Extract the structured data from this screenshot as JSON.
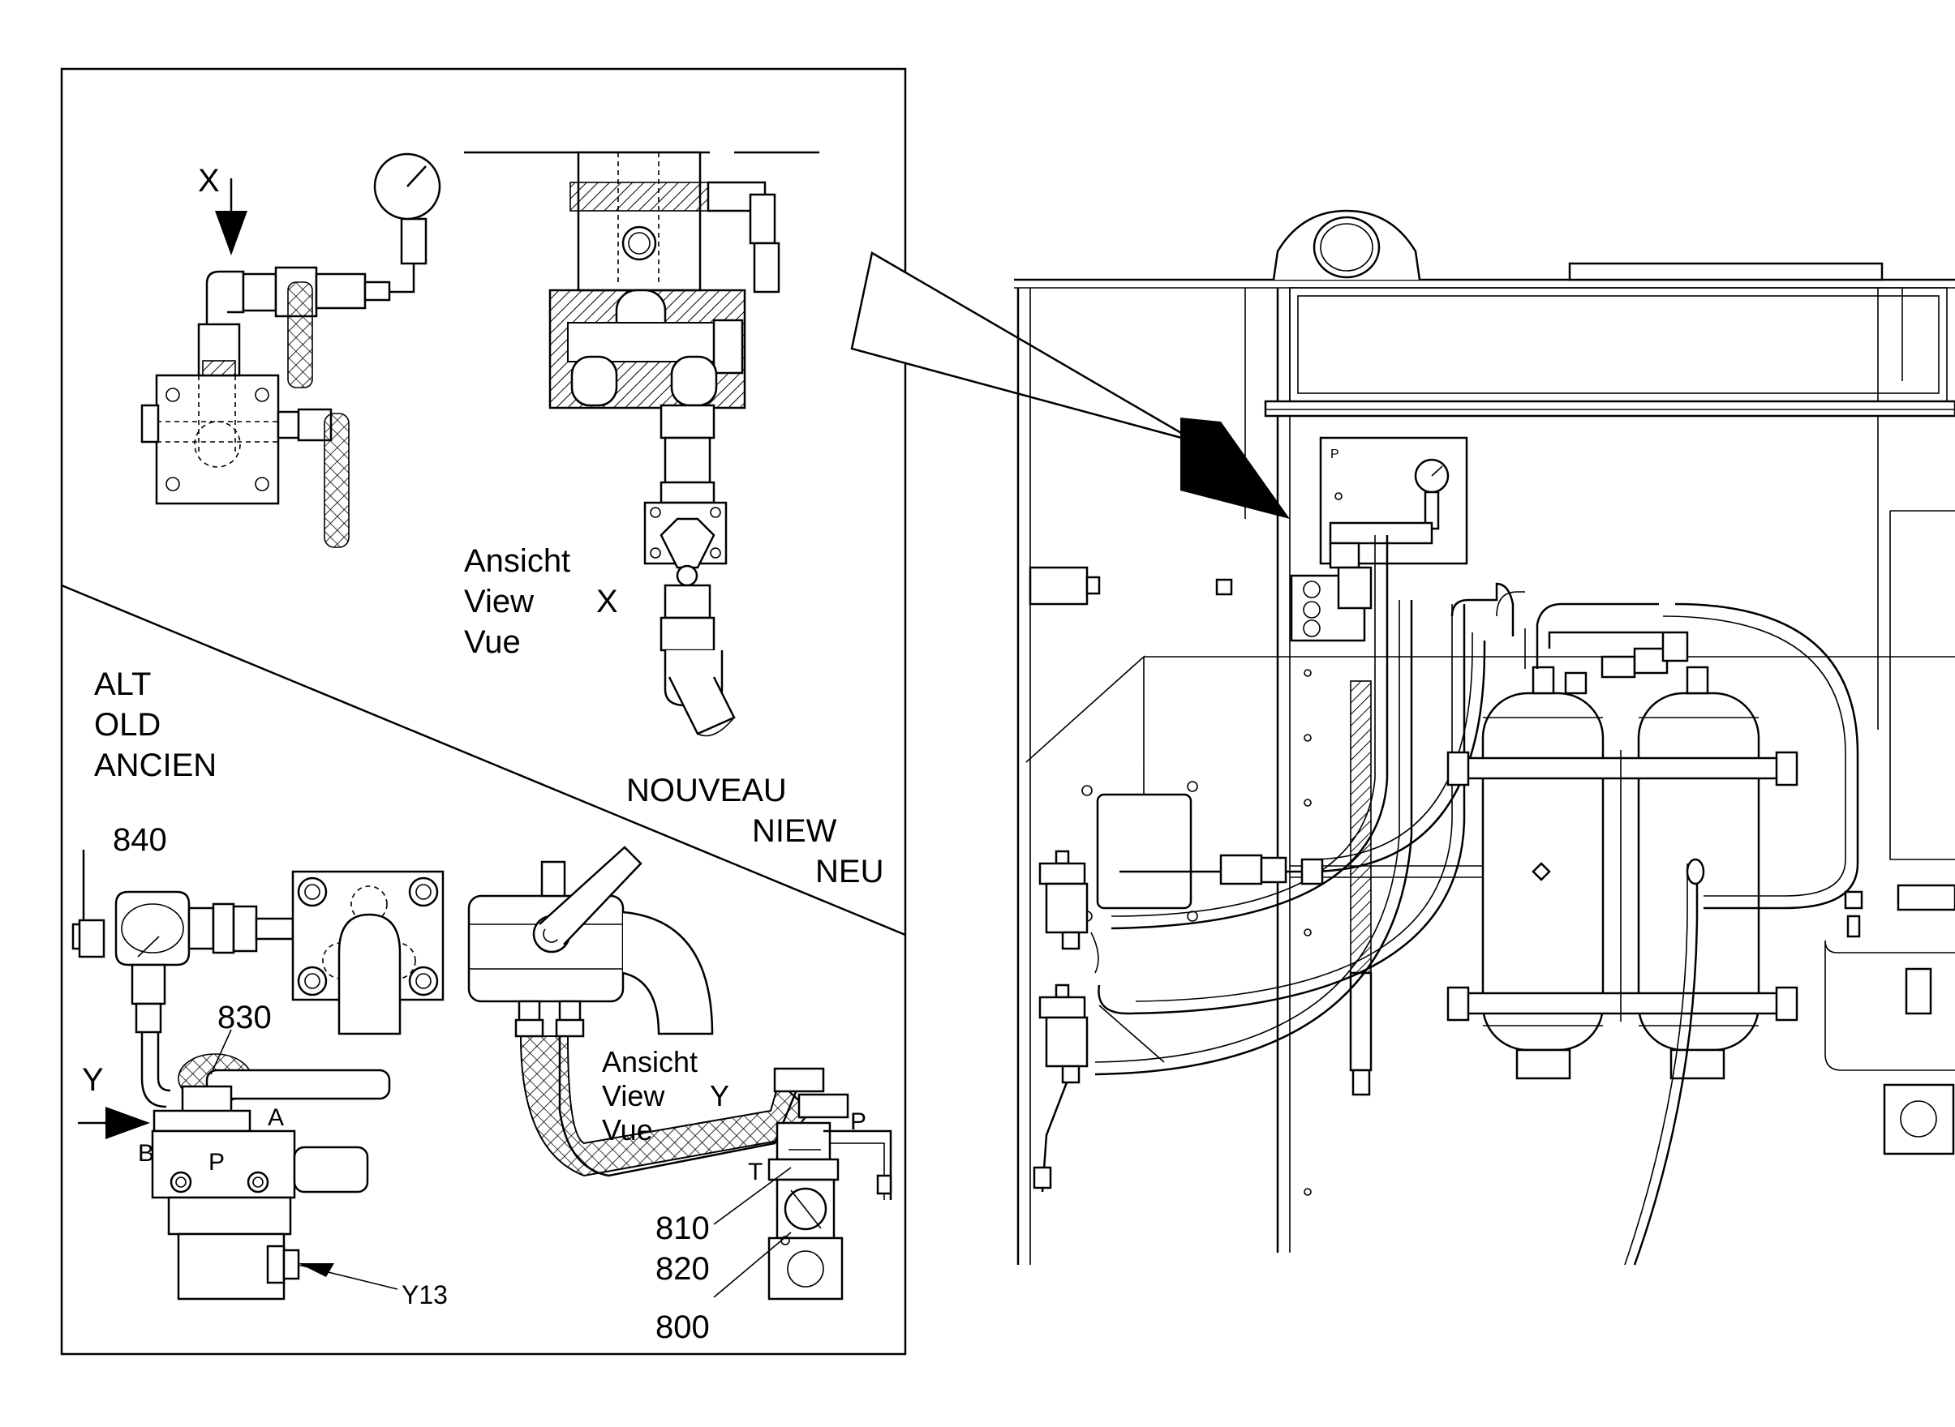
{
  "view_x": {
    "ansicht": "Ansicht",
    "view": "View",
    "vue": "Vue",
    "letter": "X",
    "arrow_label": "X"
  },
  "view_y": {
    "ansicht": "Ansicht",
    "view": "View",
    "vue": "Vue",
    "letter": "Y",
    "arrow_label": "Y"
  },
  "old": {
    "de": "ALT",
    "en": "OLD",
    "fr": "ANCIEN"
  },
  "new": {
    "fr": "NOUVEAU",
    "nl": "NIEW",
    "de": "NEU"
  },
  "callouts": {
    "c840": "840",
    "c830": "830",
    "c810": "810",
    "c820": "820",
    "c800": "800",
    "y13": "Y13"
  },
  "ports": {
    "a": "A",
    "b": "B",
    "p": "P",
    "t": "T",
    "p2": "P",
    "panel_p": "P"
  }
}
